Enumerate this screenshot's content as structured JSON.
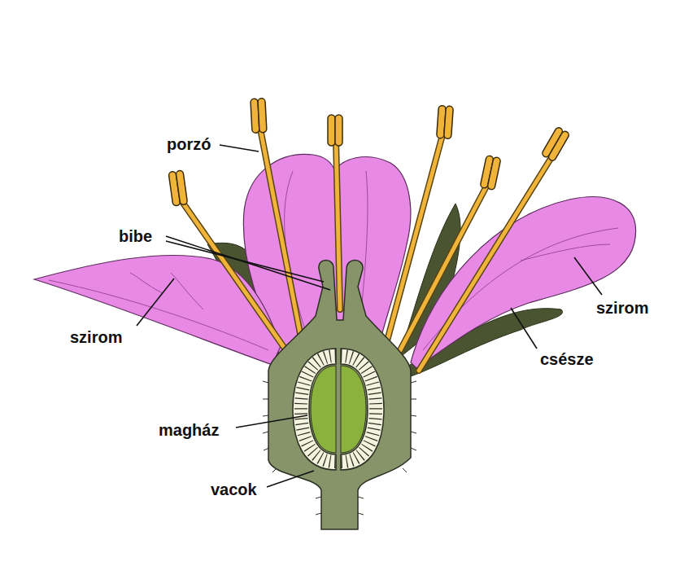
{
  "diagram": {
    "labels": [
      "porzó",
      "bibe",
      "szirom",
      "szirom",
      "csésze",
      "magház",
      "vacok"
    ]
  }
}
